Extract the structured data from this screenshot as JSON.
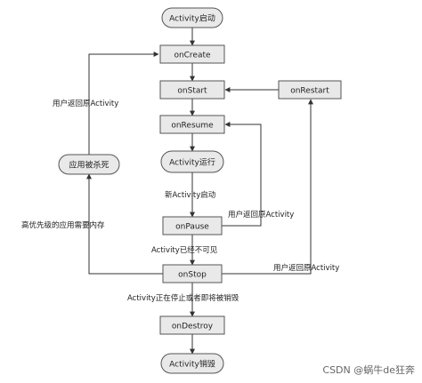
{
  "diagram": {
    "nodes": {
      "activity_start": "Activity启动",
      "on_create": "onCreate",
      "on_start": "onStart",
      "on_restart": "onRestart",
      "on_resume": "onResume",
      "activity_running": "Activity运行",
      "app_killed": "应用被杀死",
      "on_pause": "onPause",
      "on_stop": "onStop",
      "on_destroy": "onDestroy",
      "activity_destroyed": "Activity销毁"
    },
    "edge_labels": {
      "user_returns_1": "用户返回原Activity",
      "new_activity_started": "新Activity启动",
      "user_returns_2": "用户返回原Activity",
      "higher_priority_app": "高优先级的应用需要内存",
      "activity_not_visible": "Activity已经不可见",
      "user_returns_3": "用户返回原Activity",
      "activity_stopping": "Activity正在停止或者即将被销毁"
    }
  },
  "watermark": "CSDN @蜗牛de狂奔"
}
